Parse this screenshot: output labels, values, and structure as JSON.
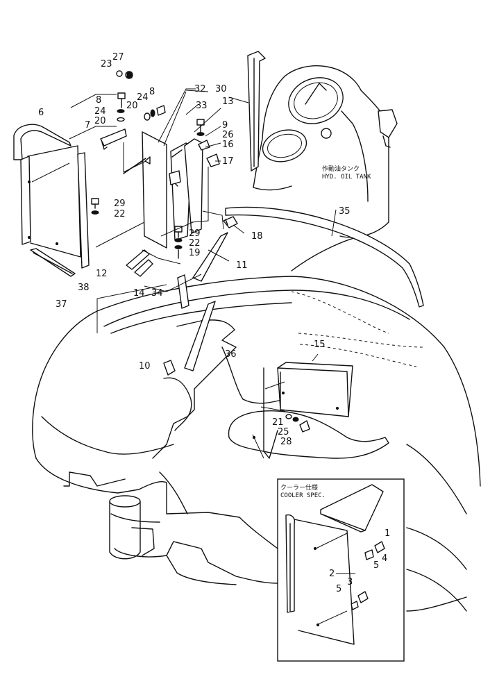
{
  "labels": {
    "p1": "1",
    "p2": "2",
    "p3": "3",
    "p4": "4",
    "p5a": "5",
    "p5b": "5",
    "p6": "6",
    "p7": "7",
    "p8a": "8",
    "p8b": "8",
    "p9": "9",
    "p10": "10",
    "p11": "11",
    "p12": "12",
    "p13": "13",
    "p14": "14",
    "p15": "15",
    "p16": "16",
    "p17": "17",
    "p18": "18",
    "p19": "19",
    "p20a": "20",
    "p20b": "20",
    "p21": "21",
    "p22a": "22",
    "p22b": "22",
    "p23": "23",
    "p24a": "24",
    "p24b": "24",
    "p25": "25",
    "p26": "26",
    "p27": "27",
    "p28": "28",
    "p29a": "29",
    "p29b": "29",
    "p30": "30",
    "p32": "32",
    "p33": "33",
    "p34": "34",
    "p35": "35",
    "p36": "36",
    "p37": "37",
    "p38": "38"
  },
  "tank": {
    "label_jp": "作動油タンク",
    "label_en": "HYD. OIL TANK"
  },
  "cooler_box": {
    "title_jp": "クーラー仕様",
    "title_en": "COOLER SPEC."
  }
}
